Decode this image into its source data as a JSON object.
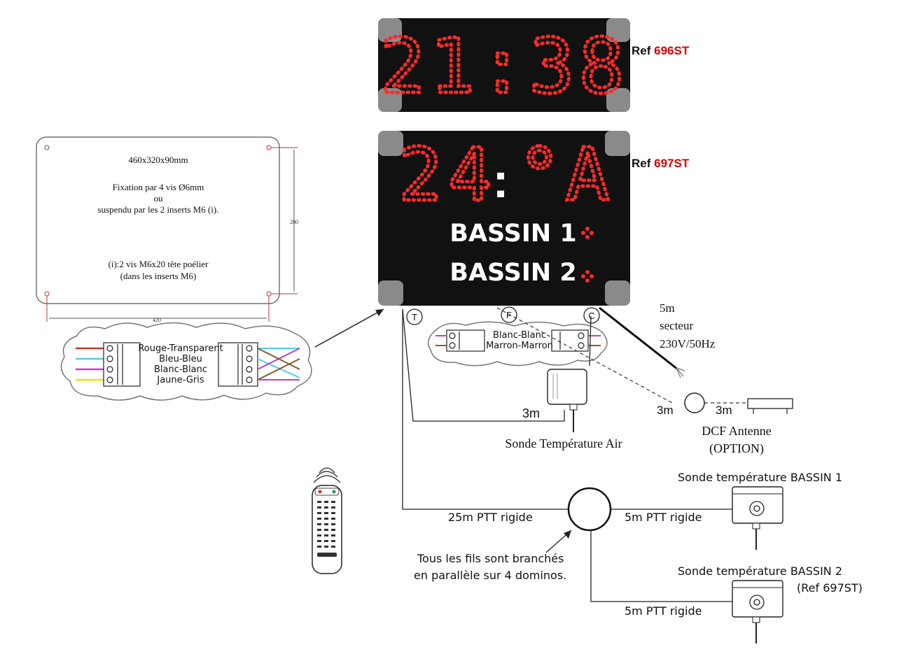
{
  "display_top": {
    "time": "21:38",
    "ref_label": "Ref",
    "ref_code": "696ST"
  },
  "display_main": {
    "temp": "24",
    "unit": "°A",
    "colon": ":",
    "line1": "BASSIN 1",
    "line2": "BASSIN 2",
    "ref_label": "Ref",
    "ref_code": "697ST"
  },
  "mounting": {
    "size": "460x320x90mm",
    "fixation": "Fixation par 4 vis Ø6mm",
    "or": "ou",
    "suspended": "suspendu par les 2 inserts M6 (i).",
    "note1": "(i):2 vis M6x20 tête poélier",
    "note2": "(dans les inserts M6)",
    "dim_width": "420",
    "dim_height": "280"
  },
  "wiring_left": [
    "Rouge-Transparent",
    "Bleu-Bleu",
    "Blanc-Blanc",
    "Jaune-Gris"
  ],
  "wiring_mid": [
    "Blanc-Blanc",
    "Marron-Marron"
  ],
  "connectors": [
    "T",
    "F",
    "C"
  ],
  "power": {
    "length": "5m",
    "label": "secteur",
    "voltage": "230V/50Hz"
  },
  "dcf": {
    "length_a": "3m",
    "length_b": "3m",
    "title": "DCF Antenne",
    "option": "(OPTION)"
  },
  "air_probe": {
    "length": "3m",
    "label": "Sonde Température Air"
  },
  "cable_main": "25m PTT rigide",
  "cable_b1": "5m PTT rigide",
  "cable_b2": "5m PTT rigide",
  "probe_b1": "Sonde température BASSIN 1",
  "probe_b2": "Sonde température BASSIN 2",
  "probe_b2_ref": "(Ref 697ST)",
  "junction_note": [
    "Tous les fils sont branchés",
    "en parallèle sur 4 dominos."
  ],
  "colors": {
    "led_red": "#ff2a2a",
    "ref_red": "#d40000",
    "panel": "#111111"
  }
}
